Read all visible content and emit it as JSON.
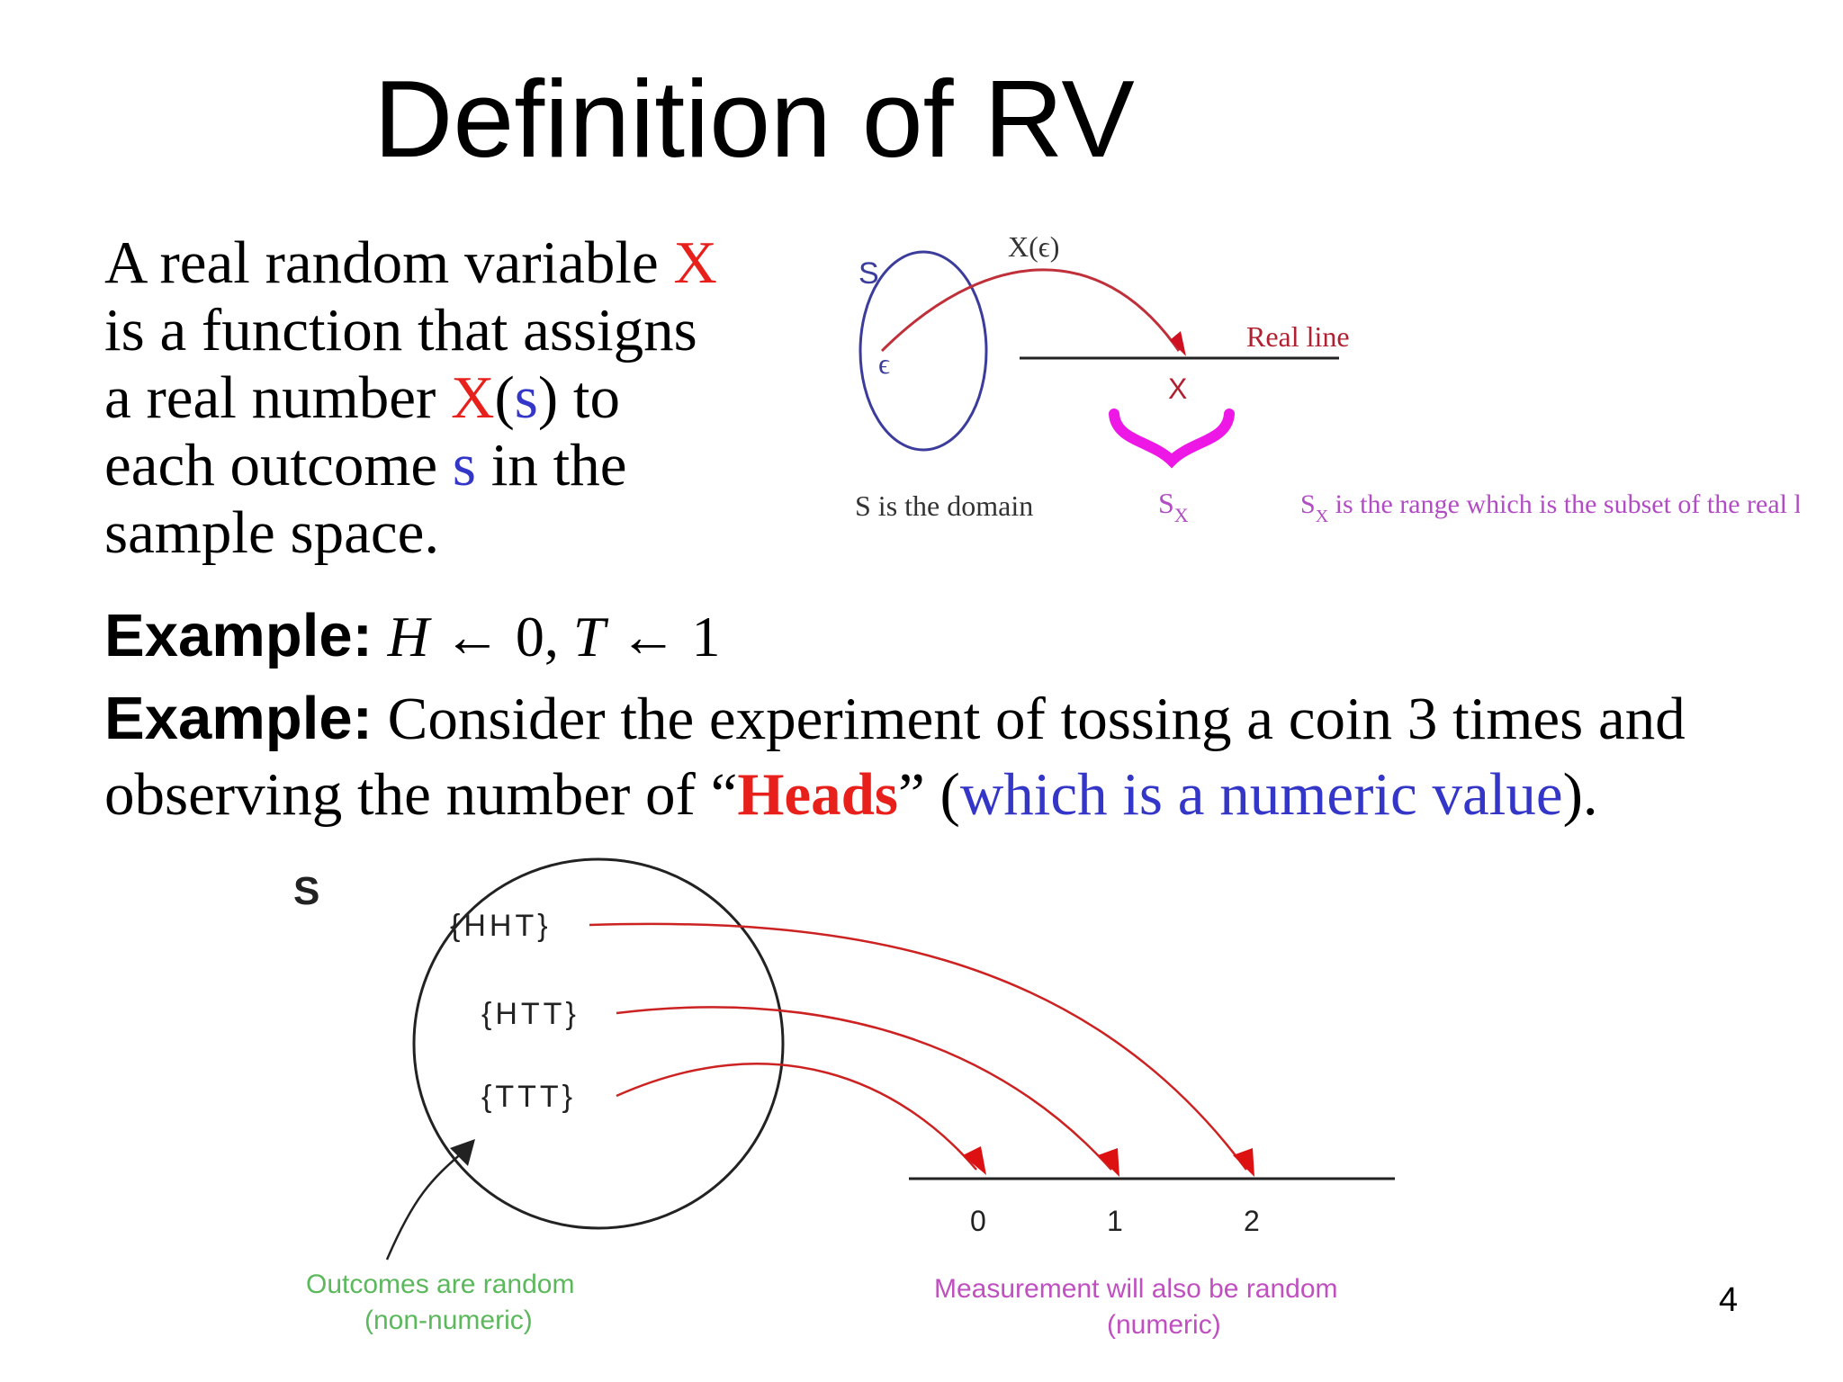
{
  "slide": {
    "title": "Definition of RV",
    "page_number": "4"
  },
  "definition": {
    "line1_pre": "A real random variable ",
    "line1_X": "X",
    "line2": "is a function that assigns",
    "line3_pre": "a real number ",
    "line3_X": "X",
    "line3_open": "(",
    "line3_s": "s",
    "line3_close": ") to",
    "line4_pre": "each outcome ",
    "line4_s": "s",
    "line4_post": " in the",
    "line5": "sample space."
  },
  "example1": {
    "label": "Example:",
    "expr_H": "H",
    "expr_mid": " ← 0, ",
    "expr_T": "T",
    "expr_end": " ← 1"
  },
  "example2": {
    "label": "Example:",
    "line1": " Consider the experiment of tossing a coin 3 times and",
    "line2_pre": "observing the number of “",
    "line2_heads": "Heads",
    "line2_mid": "” (",
    "line2_blue": "which is a numeric value",
    "line2_end": ")."
  },
  "diagram1": {
    "set_label": "S",
    "outcome": "ϵ",
    "map_label": "X(ϵ)",
    "real_line_label": "Real line",
    "point_label": "X",
    "domain_caption": "S is the domain",
    "range_symbol": "S",
    "range_sub": "X",
    "range_caption_S": "S",
    "range_caption_sub": "X",
    "range_caption_rest": " is the range which is the subset of the real line",
    "colors": {
      "circle": "#3c3c9c",
      "arrow": "#c0303a",
      "brace": "#ee18e6",
      "range_text": "#b24cc4"
    }
  },
  "diagram2": {
    "set_label": "S",
    "outcomes": [
      "{HHT}",
      "{HTT}",
      "{TTT}"
    ],
    "ticks": [
      "0",
      "1",
      "2"
    ],
    "caption_left_1": "Outcomes are random",
    "caption_left_2": "(non-numeric)",
    "caption_right_1": "Measurement will also be random",
    "caption_right_2": "(numeric)",
    "colors": {
      "arrow": "#cc2222",
      "left_caption": "#5cb85c",
      "right_caption": "#c050c0"
    }
  }
}
